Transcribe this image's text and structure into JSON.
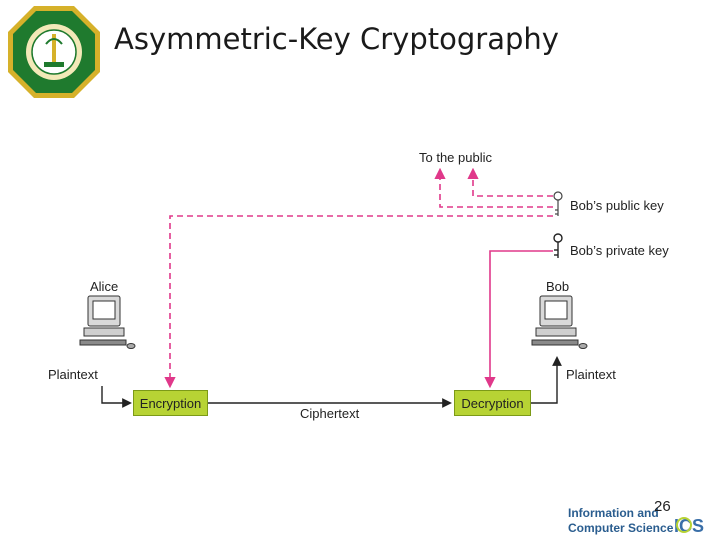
{
  "slide": {
    "title": "Asymmetric-Key Cryptography",
    "page_number": "26",
    "footer_logo_text": [
      "Information and",
      "Computer Science"
    ],
    "footer_logo_abbr": "ICS"
  },
  "diagram": {
    "to_public_label": "To the public",
    "public_key_label": "Bob’s public key",
    "private_key_label": "Bob’s private key",
    "alice_label": "Alice",
    "bob_label": "Bob",
    "plaintext_left": "Plaintext",
    "plaintext_right": "Plaintext",
    "encryption_label": "Encryption",
    "decryption_label": "Decryption",
    "ciphertext_label": "Ciphertext"
  },
  "colors": {
    "box_fill": "#b7d334",
    "key_path": "#e0388a",
    "logo_green": "#1f7a2e",
    "logo_gold": "#d6b12a"
  }
}
